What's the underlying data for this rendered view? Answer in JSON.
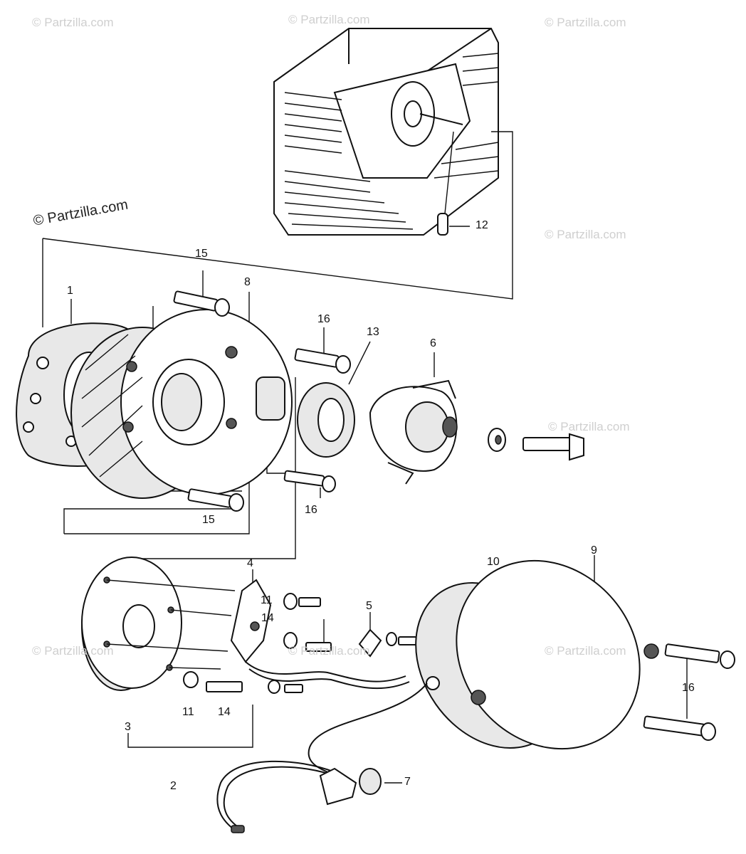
{
  "watermarks": {
    "brand": "© Partzilla.com",
    "brand_prominent": "© Partzilla.com"
  },
  "part_labels": {
    "p1": "1",
    "p2": "2",
    "p3": "3",
    "p4": "4",
    "p5": "5",
    "p6": "6",
    "p7": "7",
    "p8": "8",
    "p9": "9",
    "p10": "10",
    "p11a": "11",
    "p11b": "11",
    "p12": "12",
    "p13": "13",
    "p14a": "14",
    "p14b": "14",
    "p15a": "15",
    "p15b": "15",
    "p16a": "16",
    "p16b": "16",
    "p16c": "16"
  },
  "colors": {
    "ink": "#111111",
    "watermark": "#cfcfcf",
    "background": "#ffffff"
  }
}
